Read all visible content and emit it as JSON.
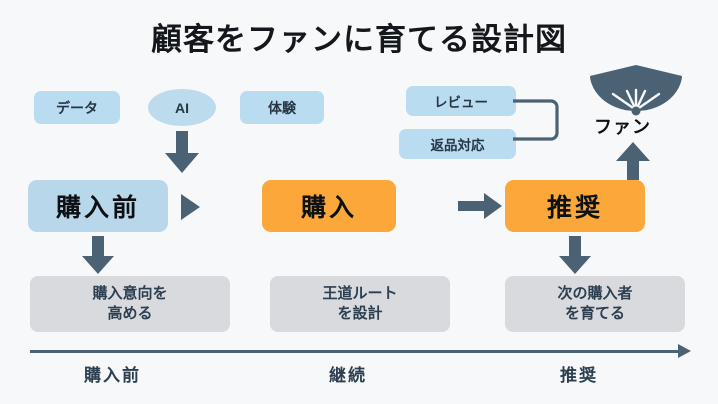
{
  "page": {
    "title": "顧客をファンに育てる設計図",
    "background_color": "#f7f8f9"
  },
  "colors": {
    "blue_box": "#b8d7ea",
    "blue_pill": "#b9dcf0",
    "orange_box": "#fba73a",
    "gray_box": "#d8dadd",
    "arrow_slate": "#4b6275",
    "text_dark": "#14181c",
    "text_slate": "#2c3e50"
  },
  "inputs": {
    "items": [
      {
        "label": "データ",
        "shape": "rounded-rect"
      },
      {
        "label": "AI",
        "shape": "ellipse"
      },
      {
        "label": "体験",
        "shape": "rounded-rect"
      }
    ]
  },
  "feedback": {
    "items": [
      {
        "label": "レビュー"
      },
      {
        "label": "返品対応"
      }
    ]
  },
  "fan": {
    "label": "ファン",
    "icon": "folding-fan-icon"
  },
  "stages": [
    {
      "label": "購入前",
      "color": "blue"
    },
    {
      "label": "購入",
      "color": "orange"
    },
    {
      "label": "推奨",
      "color": "orange"
    }
  ],
  "outcomes": [
    {
      "line1": "購入意向を",
      "line2": "高める"
    },
    {
      "line1": "王道ルート",
      "line2": "を設計"
    },
    {
      "line1": "次の購入者",
      "line2": "を育てる"
    }
  ],
  "timeline": {
    "labels": [
      "購入前",
      "継続",
      "推奨"
    ]
  }
}
